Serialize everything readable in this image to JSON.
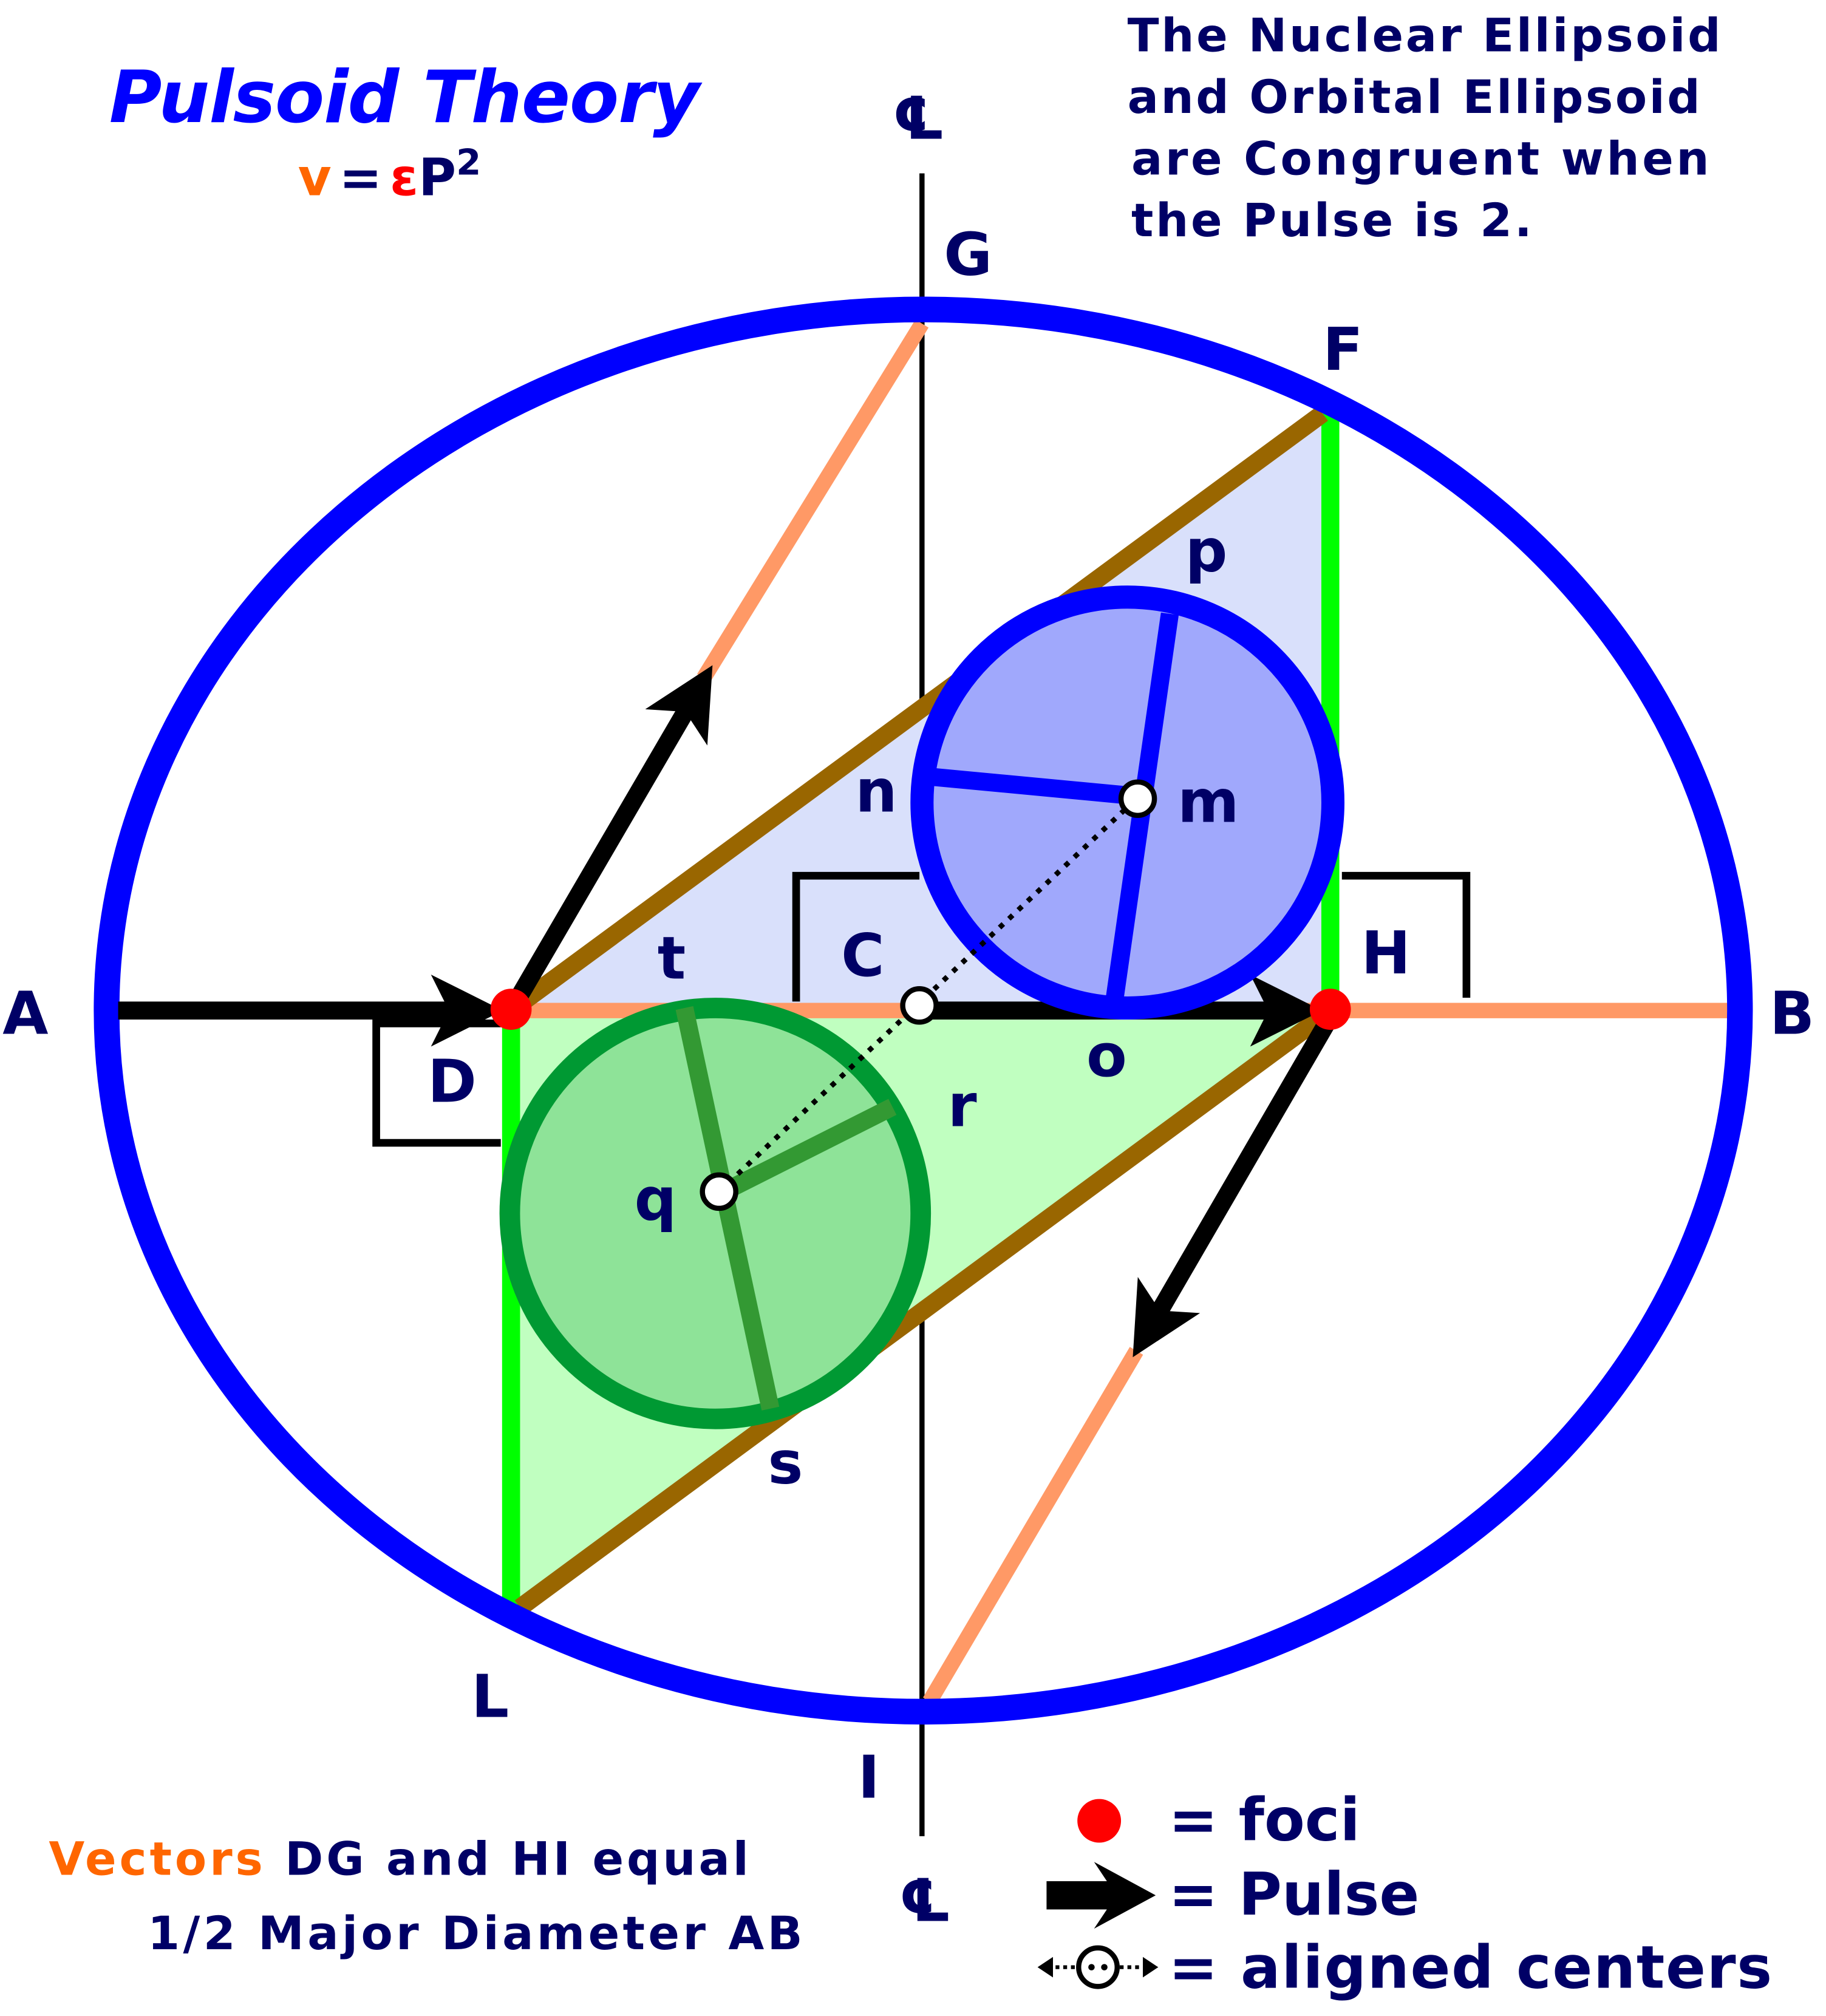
{
  "title": "Pulsoid Theory",
  "formula": {
    "v": "v",
    "eq": "=",
    "epsilon": "ε",
    "p": "P",
    "exp": "2"
  },
  "statement": [
    "The Nuclear Ellipsoid",
    "and Orbital Ellipsoid",
    "are Congruent when",
    "the Pulse is 2."
  ],
  "centerline_symbol": "℄",
  "points": {
    "A": "A",
    "B": "B",
    "C": "C",
    "D": "D",
    "F": "F",
    "G": "G",
    "H": "H",
    "I": "I",
    "L": "L"
  },
  "segments": {
    "m": "m",
    "n": "n",
    "o": "o",
    "p": "p",
    "q": "q",
    "r": "r",
    "s": "s",
    "t": "t"
  },
  "footnote": {
    "vectors_word": "Vectors",
    "line1_rest": " DG and HI equal",
    "line2": "1/2 Major Diameter AB"
  },
  "legend": [
    {
      "icon": "red-dot-icon",
      "label": "= foci"
    },
    {
      "icon": "arrow-icon",
      "label": "= Pulse"
    },
    {
      "icon": "aligned-centers-icon",
      "label": "= aligned centers"
    }
  ],
  "colors": {
    "ellipse": "#0000ff",
    "vector": "#ff9966",
    "brown": "#996600",
    "green_line": "#00ff00",
    "foci": "#ff0000",
    "text": "#000066",
    "orange_text": "#ff6600"
  }
}
